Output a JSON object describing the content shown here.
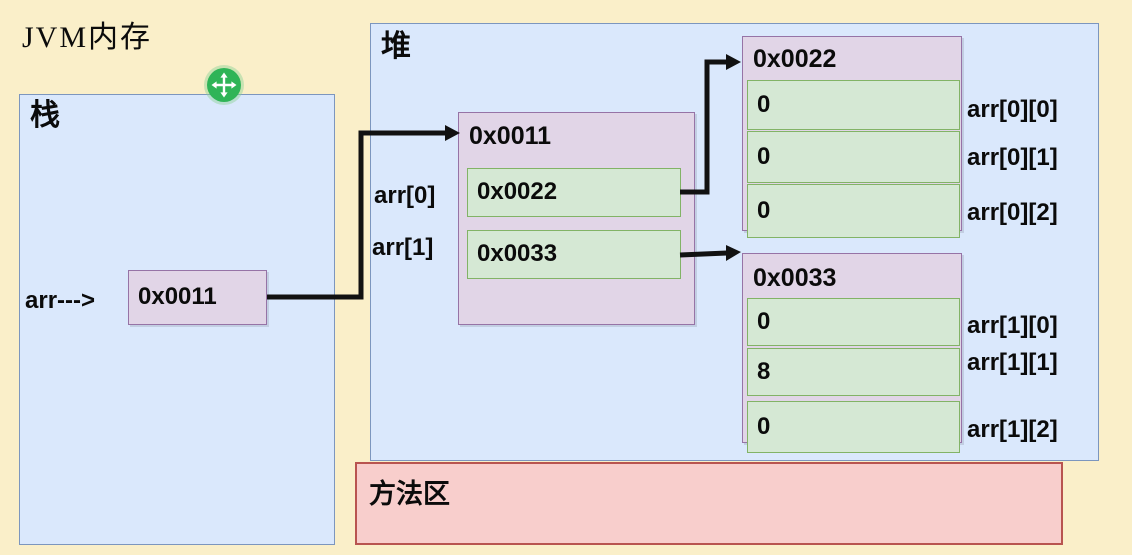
{
  "title": "JVM内存",
  "stack": {
    "label": "栈",
    "pointer_label": "arr--->",
    "ref_value": "0x0011"
  },
  "heap": {
    "label": "堆",
    "row_box": {
      "title": "0x0011",
      "rows": [
        {
          "label": "arr[0]",
          "value": "0x0022"
        },
        {
          "label": "arr[1]",
          "value": "0x0033"
        }
      ]
    },
    "array_boxes": [
      {
        "title": "0x0022",
        "cells": [
          {
            "value": "0",
            "label": "arr[0][0]"
          },
          {
            "value": "0",
            "label": "arr[0][1]"
          },
          {
            "value": "0",
            "label": "arr[0][2]"
          }
        ]
      },
      {
        "title": "0x0033",
        "cells": [
          {
            "value": "0",
            "label": "arr[1][0]"
          },
          {
            "value": "8",
            "label": "arr[1][1]"
          },
          {
            "value": "0",
            "label": "arr[1][2]"
          }
        ]
      }
    ]
  },
  "method_area": {
    "label": "方法区"
  },
  "icons": {
    "move_cursor": "move-cursor-icon"
  },
  "colors": {
    "background": "#FAEFC9",
    "region_fill": "#DAE8FC",
    "region_stroke": "#7C96BE",
    "pointer_fill": "#E1D5E7",
    "pointer_stroke": "#9673A6",
    "cell_fill": "#D5E8D4",
    "cell_stroke": "#82B366",
    "method_fill": "#F8CECC",
    "method_stroke": "#B85450",
    "arrow": "#111111",
    "cursor_green": "#2FB457"
  }
}
